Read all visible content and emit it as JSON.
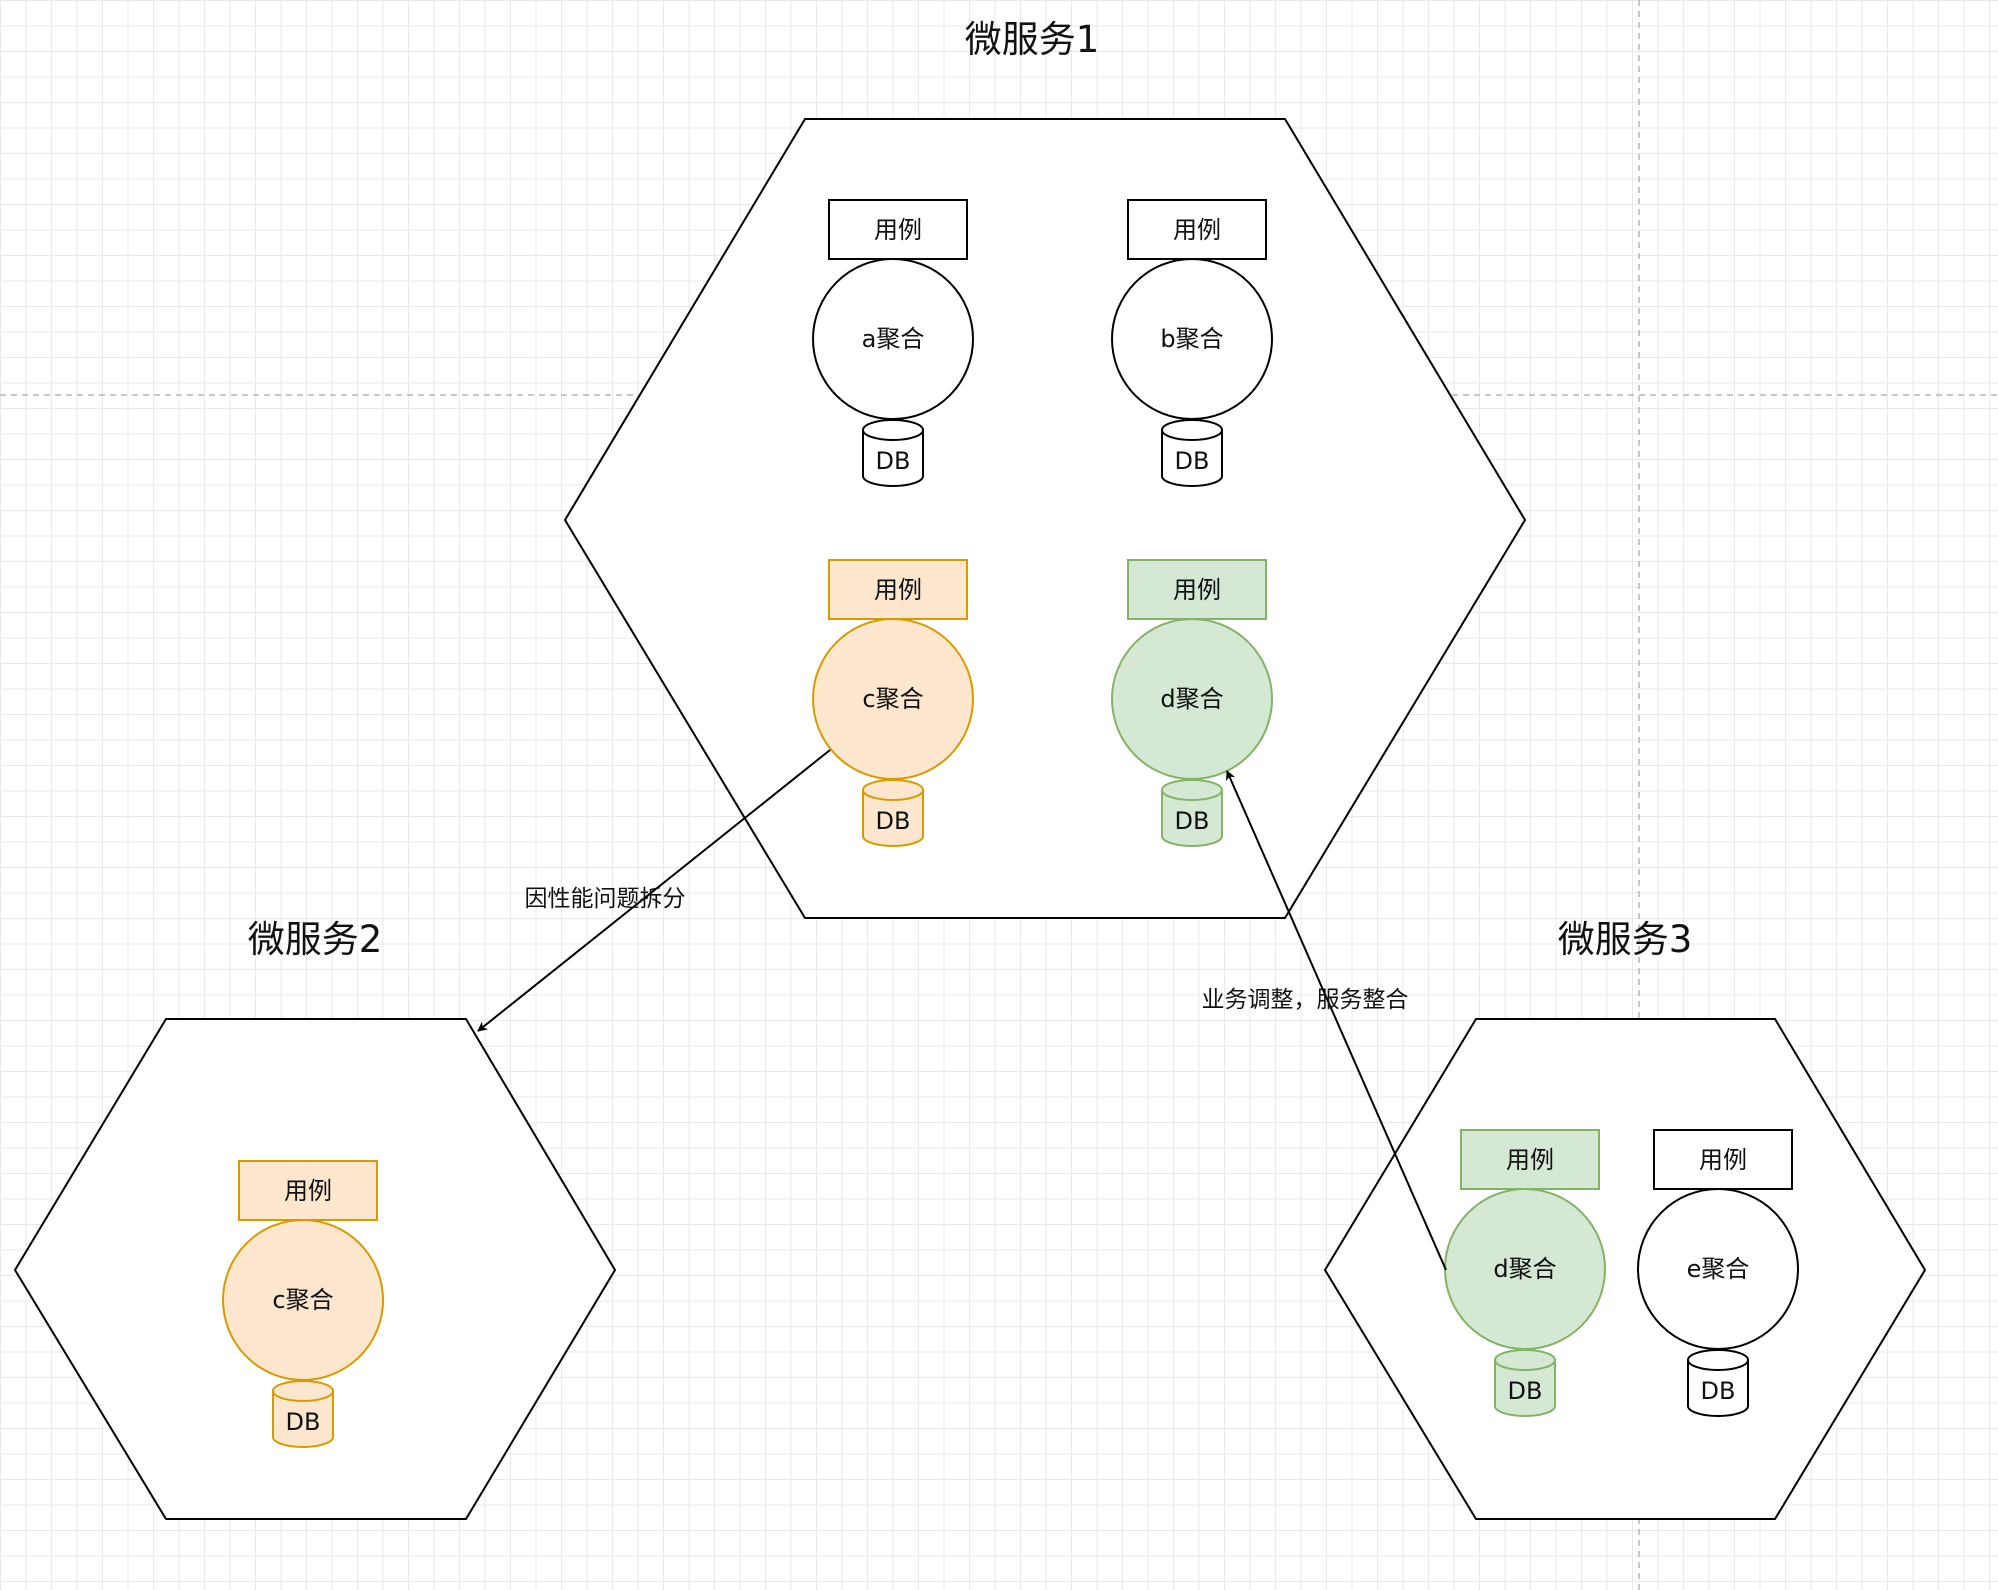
{
  "colors": {
    "grid": "#e9e9e9",
    "page_break": "#b5b5b5",
    "stroke_default": "#000000",
    "fill_default": "#ffffff",
    "orange_fill": "#fce6cd",
    "orange_stroke": "#d79b00",
    "green_fill": "#d5e8d4",
    "green_stroke": "#82b366"
  },
  "services": {
    "ms1": {
      "title": "微服务1"
    },
    "ms2": {
      "title": "微服务2"
    },
    "ms3": {
      "title": "微服务3"
    }
  },
  "nodes": {
    "ms1_a": {
      "usecase": "用例",
      "aggregate": "a聚合",
      "db": "DB",
      "theme": "default"
    },
    "ms1_b": {
      "usecase": "用例",
      "aggregate": "b聚合",
      "db": "DB",
      "theme": "default"
    },
    "ms1_c": {
      "usecase": "用例",
      "aggregate": "c聚合",
      "db": "DB",
      "theme": "orange"
    },
    "ms1_d": {
      "usecase": "用例",
      "aggregate": "d聚合",
      "db": "DB",
      "theme": "green"
    },
    "ms2_c": {
      "usecase": "用例",
      "aggregate": "c聚合",
      "db": "DB",
      "theme": "orange"
    },
    "ms3_d": {
      "usecase": "用例",
      "aggregate": "d聚合",
      "db": "DB",
      "theme": "green"
    },
    "ms3_e": {
      "usecase": "用例",
      "aggregate": "e聚合",
      "db": "DB",
      "theme": "default"
    }
  },
  "edges": {
    "split": {
      "label": "因性能问题拆分",
      "from": "ms1_c",
      "to": "ms2"
    },
    "merge": {
      "label": "业务调整，服务整合",
      "from": "ms3_d",
      "to": "ms1_d"
    }
  }
}
